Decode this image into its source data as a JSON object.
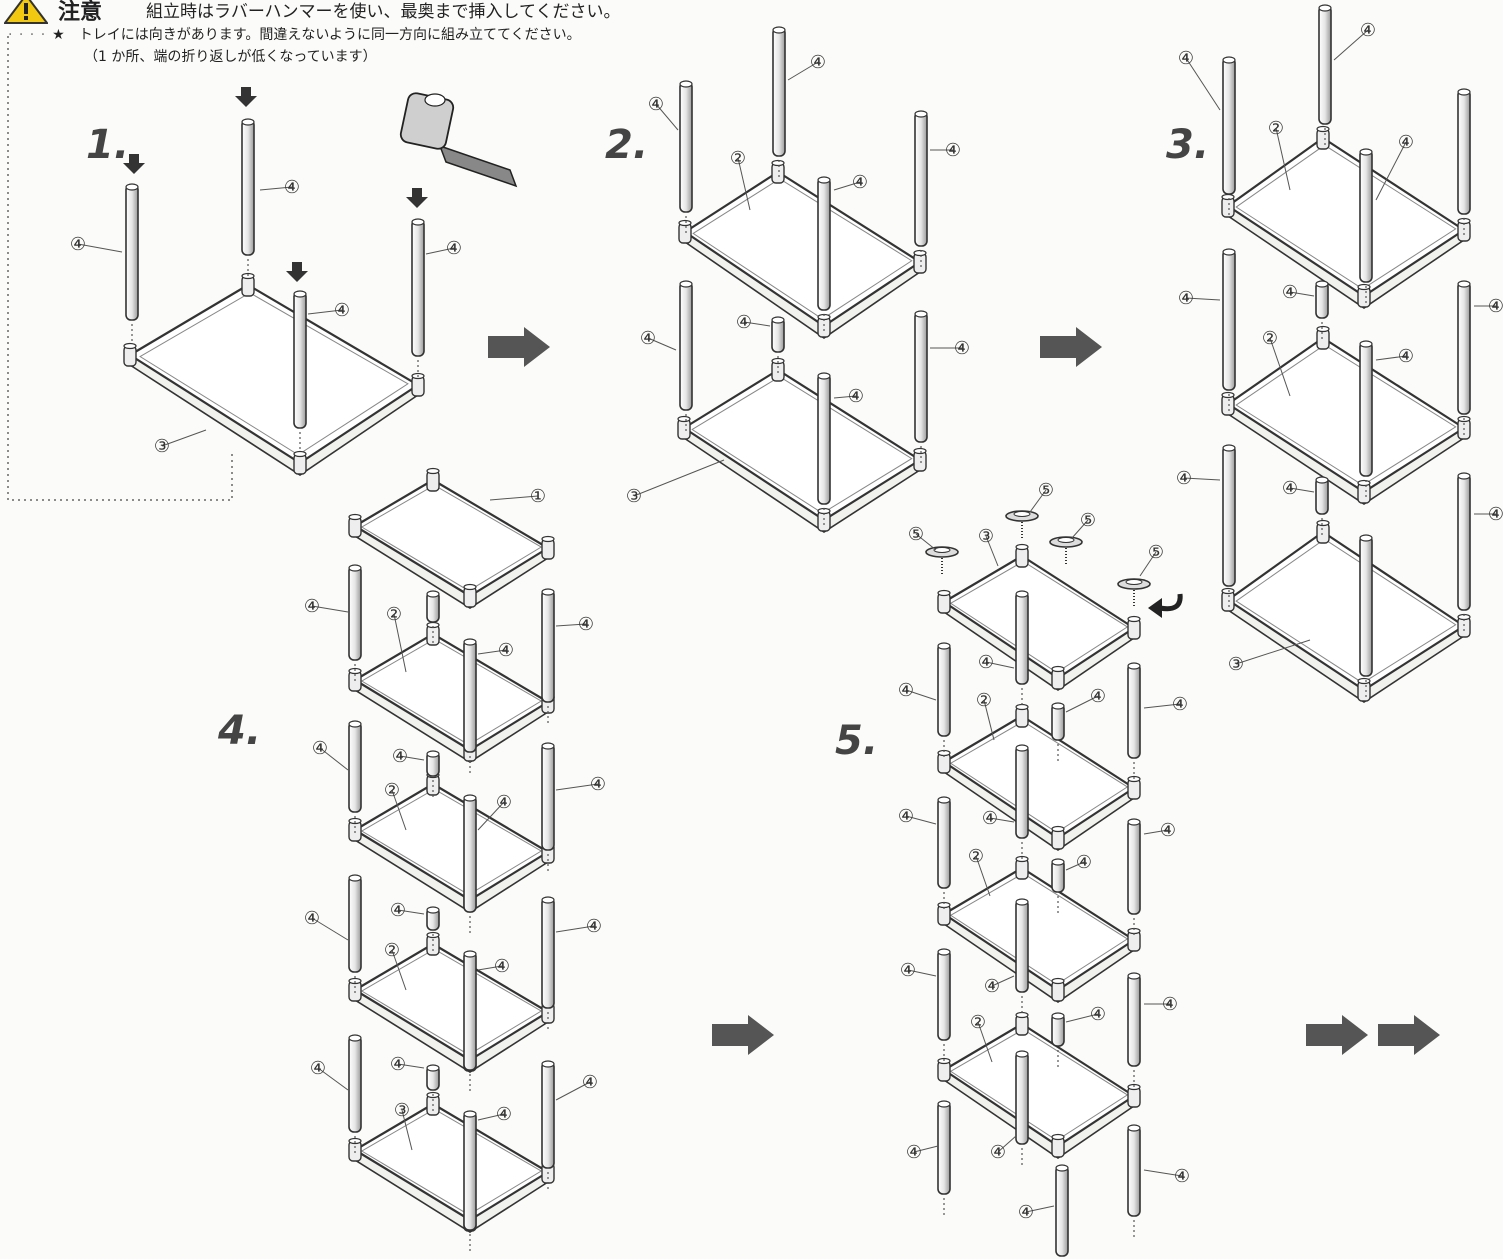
{
  "notice": {
    "title": "注意",
    "text": "組立時はラバーハンマーを使い、最奥まで挿入してください。",
    "star": "★",
    "note_line1": "トレイには向きがあります。間違えないように同一方向に組み立ててください。",
    "note_line2": "（1 か所、端の折り返しが低くなっています）"
  },
  "steps": [
    "1.",
    "2.",
    "3.",
    "4.",
    "5."
  ],
  "part_labels": {
    "p1": "①",
    "p2": "②",
    "p3": "③",
    "p4": "④",
    "p5": "⑤"
  },
  "colors": {
    "line": "#333333",
    "arrow": "#555555",
    "warn": "#f2c811",
    "bg": "#fbfbf9"
  },
  "icons": [
    "warning-icon",
    "rubber-hammer-icon",
    "next-step-arrow-icon",
    "down-arrow-icon",
    "twist-arrow-icon"
  ]
}
